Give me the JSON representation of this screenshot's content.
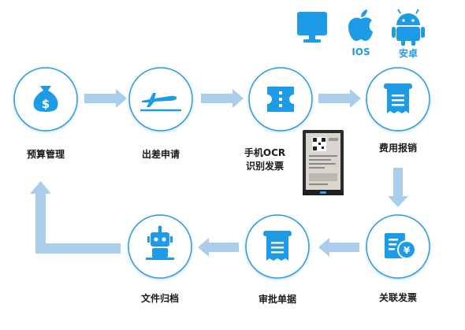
{
  "platforms": [
    {
      "name": "desktop-icon",
      "label": ""
    },
    {
      "name": "apple-icon",
      "label": "IOS"
    },
    {
      "name": "android-icon",
      "label": "安卓"
    }
  ],
  "steps": [
    {
      "id": "budget",
      "icon": "money-bag-icon",
      "label": "预算管理"
    },
    {
      "id": "travel",
      "icon": "airplane-icon",
      "label": "出差申请"
    },
    {
      "id": "ocr",
      "icon": "ticket-scan-icon",
      "label_line1": "手机OCR",
      "label_line2": "识别发票"
    },
    {
      "id": "reimburse",
      "icon": "receipt-icon",
      "label": "费用报销"
    },
    {
      "id": "link",
      "icon": "yuan-document-icon",
      "label": "关联发票"
    },
    {
      "id": "approve",
      "icon": "receipt-icon",
      "label": "审批单据"
    },
    {
      "id": "archive",
      "icon": "robot-icon",
      "label": "文件归档"
    }
  ],
  "colors": {
    "node_border": "#2a9be0",
    "icon": "#1e9be6",
    "arrow": "#a9cdea",
    "label": "#1a1a1a"
  }
}
